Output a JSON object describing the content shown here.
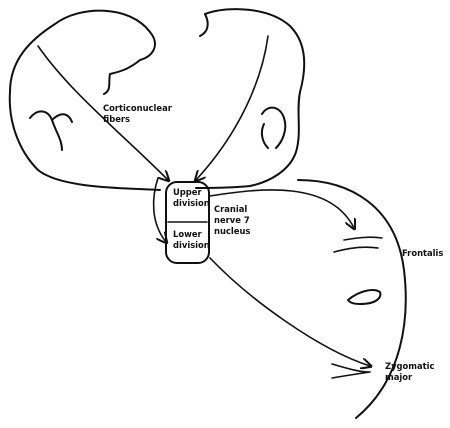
{
  "labels": {
    "corticonuclear_line1": "Corticonuclear",
    "corticonuclear_line2": "fibers",
    "upper_line1": "Upper",
    "upper_line2": "division",
    "lower_line1": "Lower",
    "lower_line2": "division",
    "nucleus_line1": "Cranial",
    "nucleus_line2": "nerve 7",
    "nucleus_line3": "nucleus",
    "frontalis": "Frontalis",
    "zygomatic_line1": "Zygomatic",
    "zygomatic_line2": "major"
  },
  "colors": {
    "ink": "#111111",
    "background": "#ffffff"
  }
}
